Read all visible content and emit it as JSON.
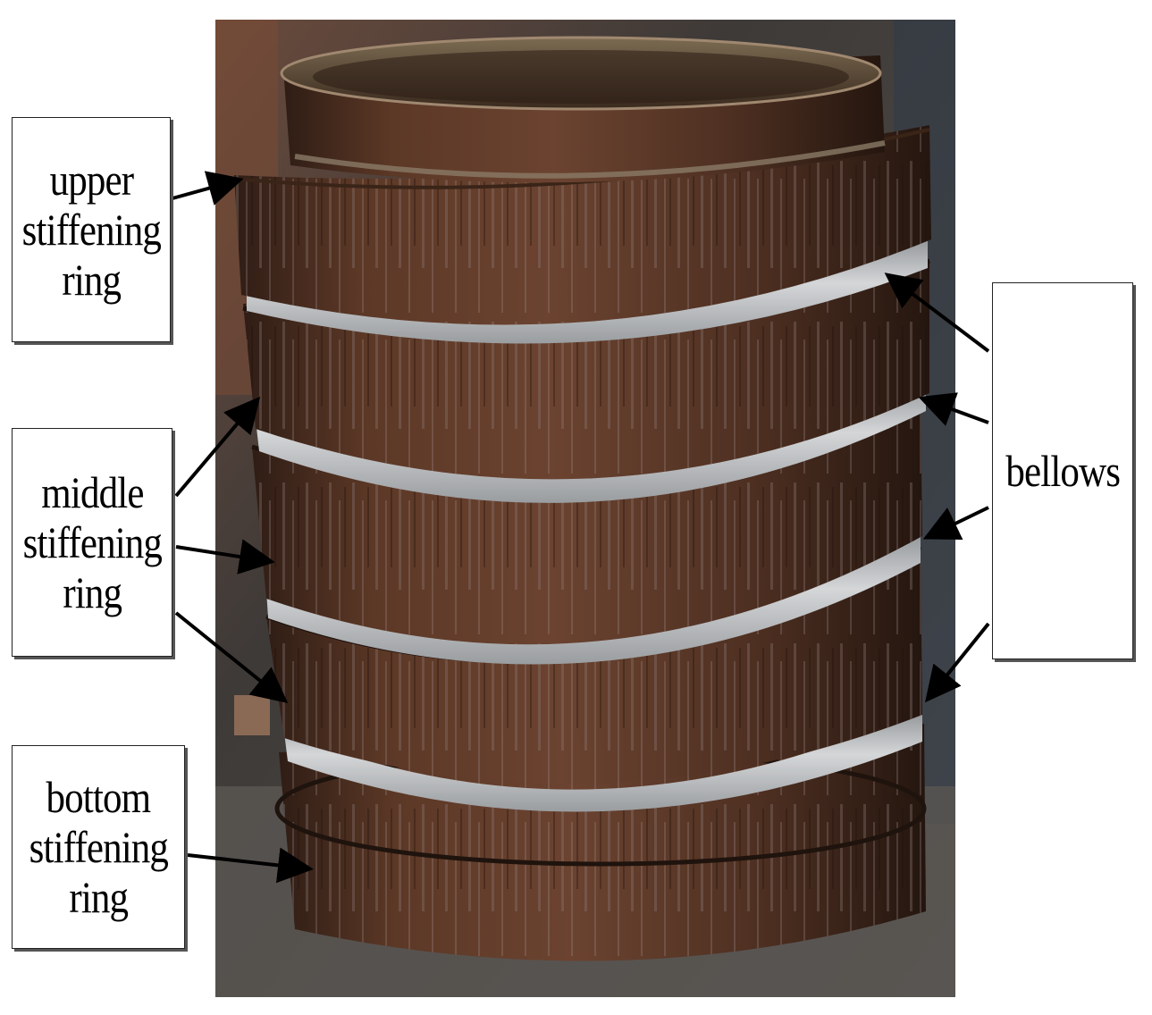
{
  "labels": {
    "upper": [
      "upper",
      "stiffening",
      "ring"
    ],
    "middle": [
      "middle",
      "stiffening",
      "ring"
    ],
    "bottom": [
      "bottom",
      "stiffening",
      "ring"
    ],
    "bellows": [
      "bellows"
    ]
  },
  "colors": {
    "ring_rust": "#5a3423",
    "ring_dark": "#2e1c14",
    "bellows_metal": "#b9bcbe",
    "background": "#4a4a4a",
    "arrow": "#000000"
  }
}
